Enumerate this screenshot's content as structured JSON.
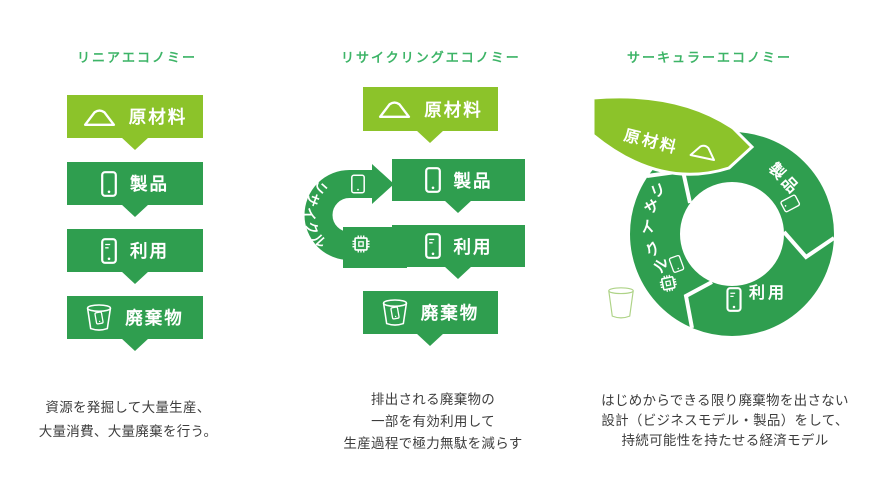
{
  "palette": {
    "light_green": "#8cc32a",
    "dark_green": "#2f9e4f",
    "title_green": "#3db467",
    "description_text": "#3d3d3d",
    "white": "#ffffff",
    "empty_cup_outline": "#aed387"
  },
  "linear": {
    "title": "リニアエコノミー",
    "steps": [
      {
        "label": "原材料",
        "icon": "mound-icon"
      },
      {
        "label": "製品",
        "icon": "smartphone-icon"
      },
      {
        "label": "利用",
        "icon": "smartphone-in-use-icon"
      },
      {
        "label": "廃棄物",
        "icon": "trash-bin-icon"
      }
    ],
    "description_lines": [
      "資源を発掘して大量生産、",
      "大量消費、大量廃棄を行う。"
    ]
  },
  "recycling": {
    "title": "リサイクリングエコノミー",
    "steps": [
      {
        "label": "原材料",
        "icon": "mound-icon"
      },
      {
        "label": "製品",
        "icon": "smartphone-icon"
      },
      {
        "label": "利用",
        "icon": "smartphone-in-use-icon"
      },
      {
        "label": "廃棄物",
        "icon": "trash-bin-icon"
      }
    ],
    "loop_label": "リサイクル",
    "description_lines": [
      "排出される廃棄物の",
      "一部を有効利用して",
      "生産過程で極力無駄を減らす"
    ]
  },
  "circular": {
    "title": "サーキュラーエコノミー",
    "segments": {
      "raw_material": "原材料",
      "product": "製品",
      "use": "利用",
      "recycle": "リサイクル"
    },
    "description_lines": [
      "はじめからできる限り廃棄物を出さない",
      "設計（ビジネスモデル・製品）をして、",
      "持続可能性を持たせる経済モデル"
    ]
  }
}
